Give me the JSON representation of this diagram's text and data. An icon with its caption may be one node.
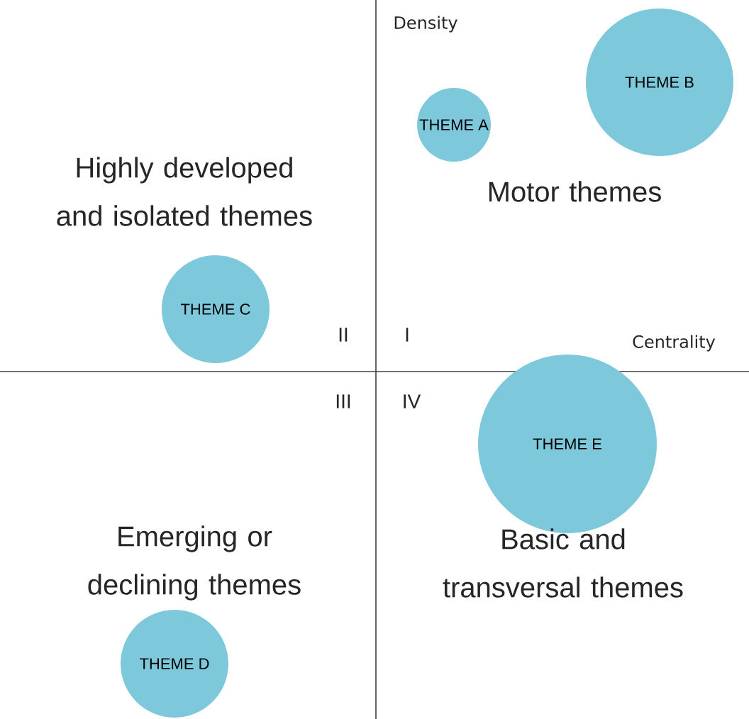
{
  "diagram": {
    "nodes": [
      {
        "text": [
          "THEME A"
        ]
      },
      {
        "text": [
          "THEME B"
        ]
      },
      {
        "text": [
          "THEME C"
        ]
      },
      {
        "text": [
          "THEME E"
        ]
      },
      {
        "text": [
          "THEME D"
        ]
      }
    ],
    "labels": [
      "Density",
      "Highly developed and isolated themes",
      "Motor themes",
      "II",
      "I",
      "Centrality",
      "III",
      "IV",
      "Emerging or declining themes",
      "Basic and transversal themes"
    ]
  }
}
